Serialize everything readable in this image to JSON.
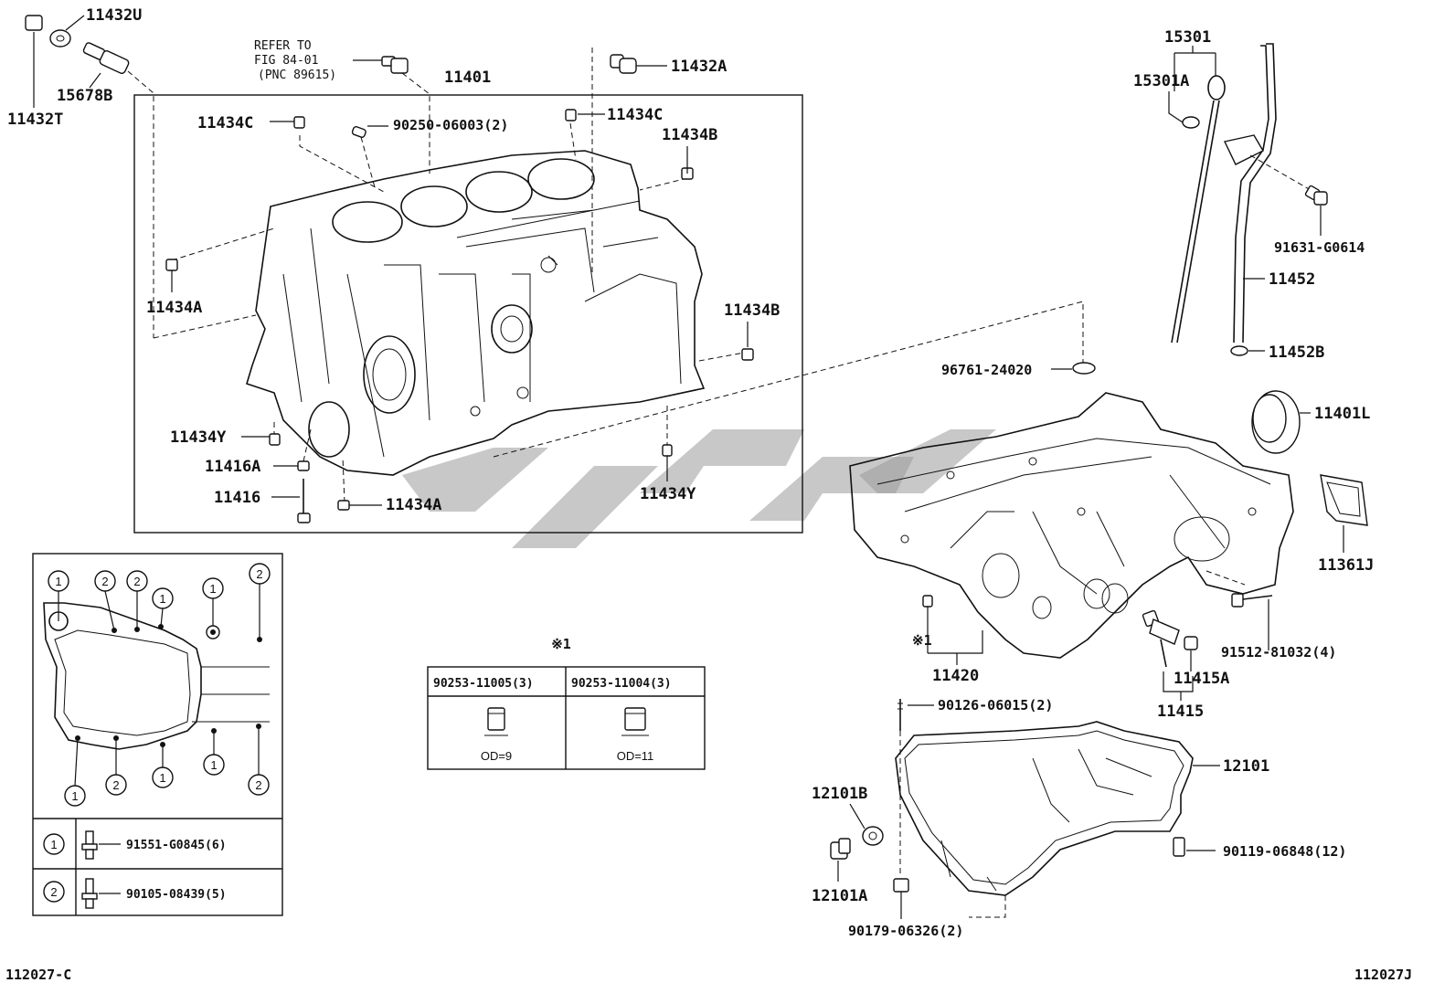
{
  "diagram": {
    "part_labels": {
      "p11432U": "11432U",
      "p11432T": "11432T",
      "p15678B": "15678B",
      "refer_line1": "REFER TO",
      "refer_line2": "FIG 84-01",
      "refer_line3": "(PNC 89615)",
      "p11401": "11401",
      "p11432A": "11432A",
      "p11434C_left": "11434C",
      "p90250": "90250-06003(2)",
      "p11434C_right": "11434C",
      "p11434B_top": "11434B",
      "p11434A_left": "11434A",
      "p11434B_right": "11434B",
      "p11434Y_left": "11434Y",
      "p11416A": "11416A",
      "p11416": "11416",
      "p11434A_bottom": "11434A",
      "p11434Y_bottom": "11434Y",
      "p15301": "15301",
      "p15301A": "15301A",
      "p91631": "91631-G0614",
      "p11452": "11452",
      "p11452B": "11452B",
      "p96761": "96761-24020",
      "p11401L": "11401L",
      "p11361J": "11361J",
      "p91512": "91512-81032(4)",
      "p11415A": "11415A",
      "p11415": "11415",
      "p11420": "11420",
      "p11420_note": "※1",
      "p90126": "90126-06015(2)",
      "p12101": "12101",
      "p12101B": "12101B",
      "p12101A": "12101A",
      "p90119": "90119-06848(12)",
      "p90179": "90179-06326(2)"
    },
    "bolt_legend": {
      "items": [
        {
          "marker": "1",
          "part": "91551-G0845(6)"
        },
        {
          "marker": "2",
          "part": "90105-08439(5)"
        }
      ]
    },
    "note_table": {
      "title": "※1",
      "columns": [
        {
          "part": "90253-11005(3)",
          "od": "OD=9"
        },
        {
          "part": "90253-11004(3)",
          "od": "OD=11"
        }
      ]
    },
    "footer": {
      "left_code": "112027-C",
      "right_code": "112027J"
    }
  }
}
